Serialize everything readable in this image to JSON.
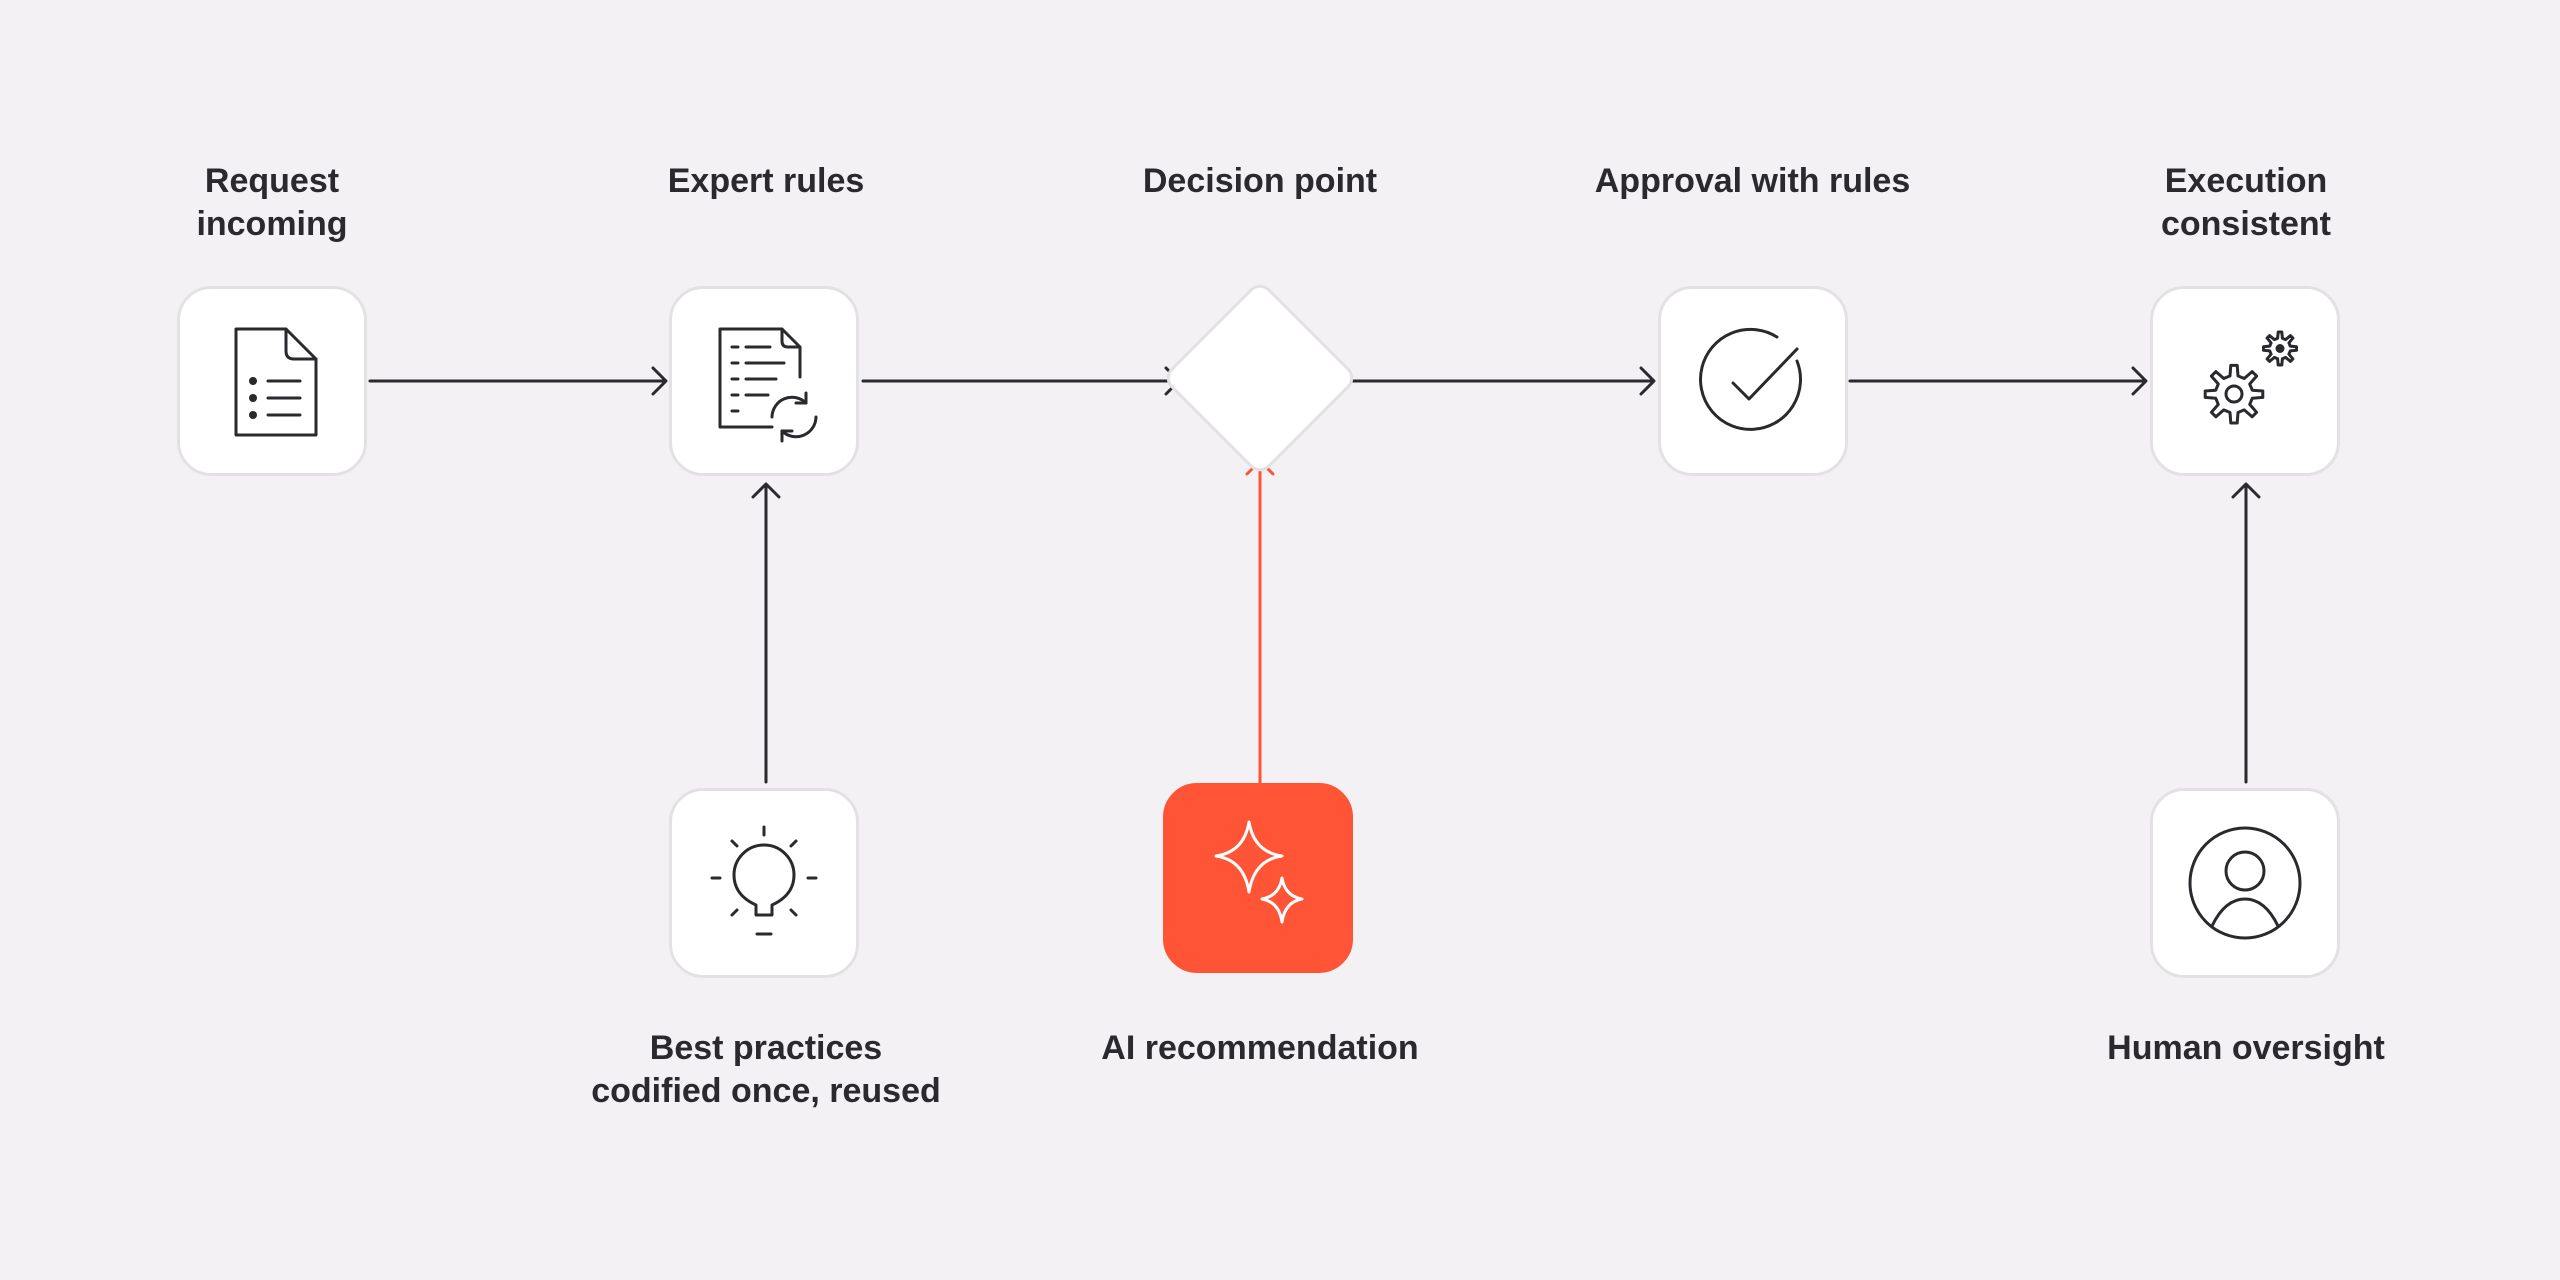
{
  "nodes": {
    "request": {
      "label": "Request\nincoming",
      "icon": "document-list-icon"
    },
    "expert_rules": {
      "label": "Expert rules",
      "icon": "document-refresh-icon"
    },
    "decision": {
      "label": "Decision point",
      "icon": "diamond-shape"
    },
    "approval": {
      "label": "Approval with rules",
      "icon": "check-circle-icon"
    },
    "execution": {
      "label": "Execution\nconsistent",
      "icon": "gears-icon"
    },
    "best_practices": {
      "label": "Best practices\ncodified once, reused",
      "icon": "lightbulb-icon"
    },
    "ai_recommendation": {
      "label": "AI recommendation",
      "icon": "sparkles-icon"
    },
    "human_oversight": {
      "label": "Human oversight",
      "icon": "user-circle-icon"
    }
  },
  "colors": {
    "background": "#f3f1f4",
    "accent": "#ff5436",
    "stroke": "#2a2a2e",
    "card_border": "#e3e1e4"
  }
}
